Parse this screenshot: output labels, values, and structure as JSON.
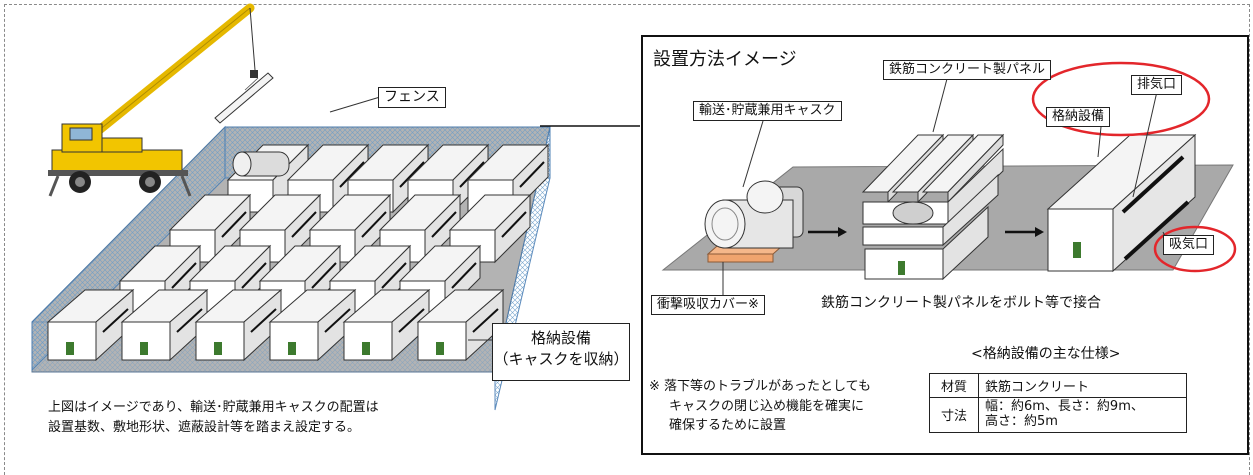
{
  "labels": {
    "fence": "フェンス",
    "storage_facility_left": [
      "格納設備",
      "（キャスクを収納）"
    ],
    "caption_left": [
      "上図はイメージであり、輸送･貯蔵兼用キャスクの配置は",
      "設置基数、敷地形状、遮蔽設計等を踏まえ設定する。"
    ]
  },
  "right_panel": {
    "title": "設置方法イメージ",
    "cask_label": "輸送･貯蔵兼用キャスク",
    "panel_label": "鉄筋コンクリート製パネル",
    "storage_label": "格納設備",
    "exhaust_label": "排気口",
    "intake_label": "吸気口",
    "shock_cover_label": "衝撃吸収カバー※",
    "bolt_caption": "鉄筋コンクリート製パネルをボルト等で接合",
    "spec_title": "<格納設備の主な仕様>",
    "note_lines": [
      "※ 落下等のトラブルがあったとしても",
      "キャスクの閉じ込め機能を確実に",
      "確保するために設置"
    ],
    "spec_table": {
      "material_key": "材質",
      "material_value": "鉄筋コンクリート",
      "dimension_key": "寸法",
      "dimension_lines": [
        "幅：約6m、長さ：約9m、",
        "高さ：約5m"
      ]
    }
  },
  "colors": {
    "highlight_ellipse": "#e3262b",
    "ground_gray": "#a9a9a9",
    "fence_blue": "#9fc6e8",
    "door_green": "#3d7a2e",
    "crane_yellow": "#f2c500",
    "pad_orange": "#f5b78a"
  }
}
